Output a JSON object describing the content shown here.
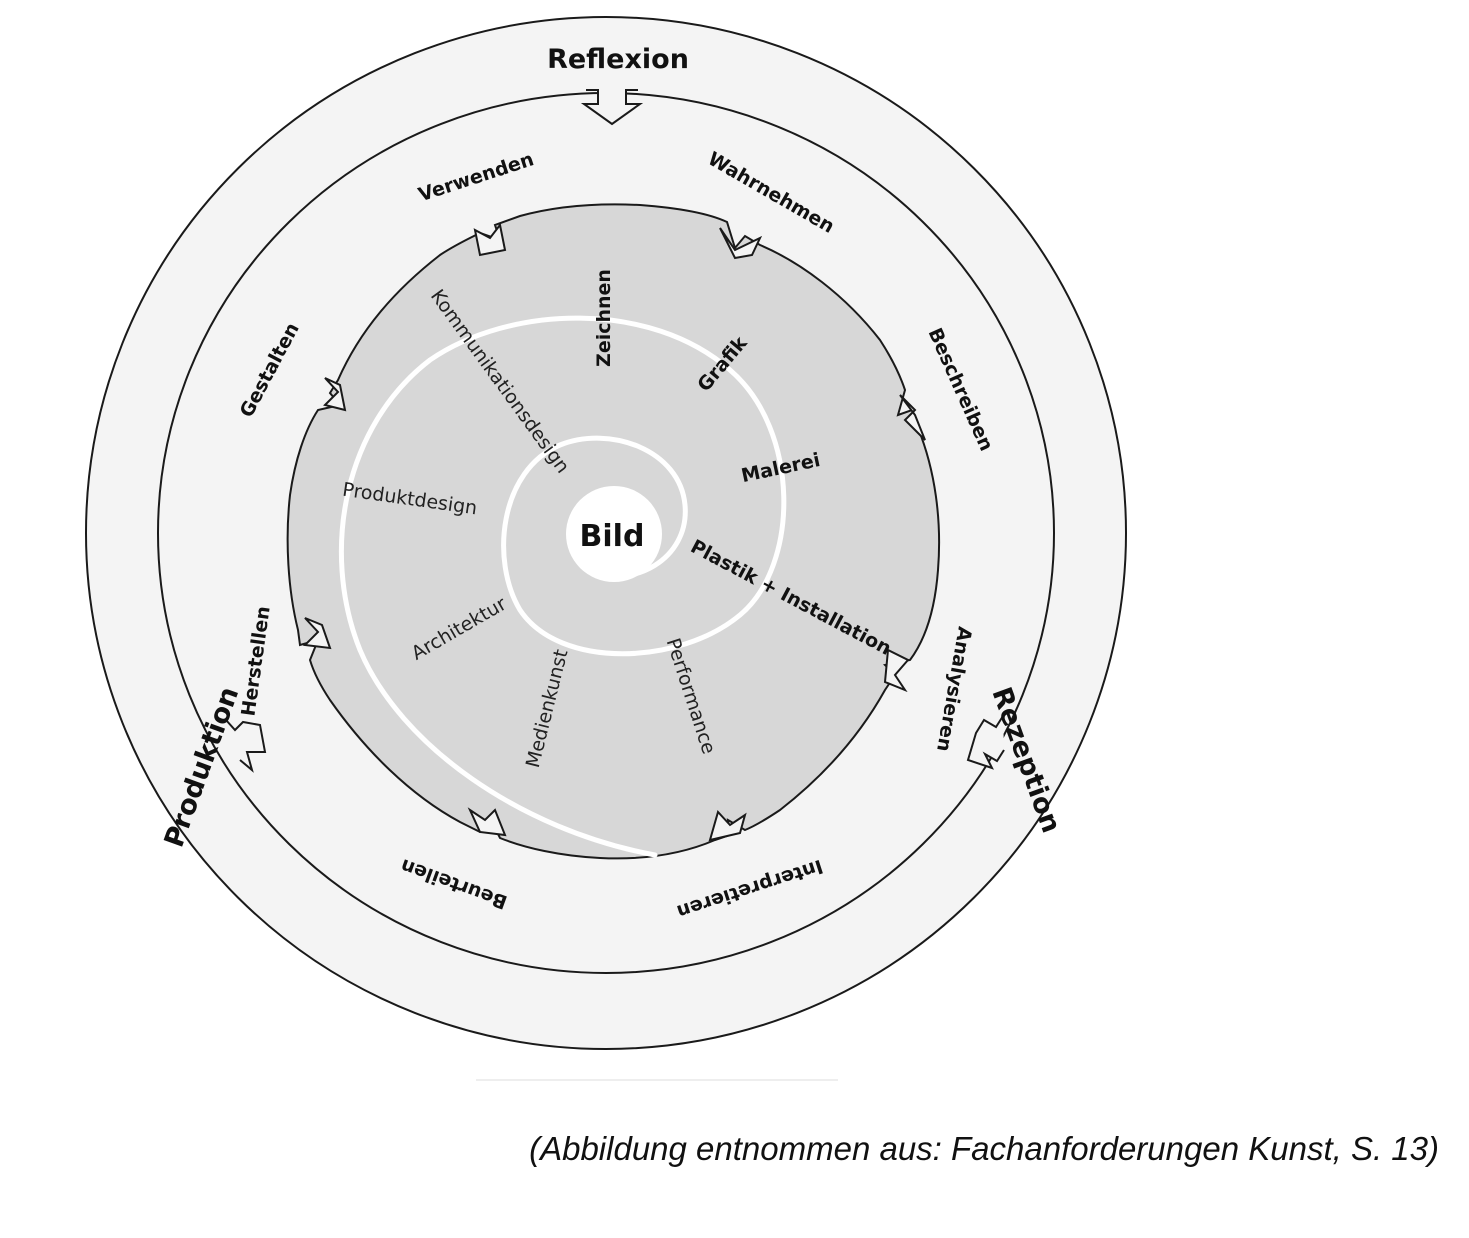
{
  "center": {
    "label": "Bild"
  },
  "outer_ring": {
    "top": "Reflexion",
    "left": "Produktion",
    "right": "Rezeption"
  },
  "middle_ring": {
    "items": [
      "Verwenden",
      "Wahrnehmen",
      "Gestalten",
      "Beschreiben",
      "Herstellen",
      "Analysieren",
      "Beurteilen",
      "Interpretieren"
    ]
  },
  "media": {
    "zeichnen": "Zeichnen",
    "grafik": "Grafik",
    "malerei": "Malerei",
    "plastik": "Plastik + Installation",
    "performance": "Performance",
    "medienkunst": "Medienkunst",
    "architektur": "Architektur",
    "produktdesign": "Produktdesign",
    "kommunikationsdesign": "Kommunikationsdesign"
  },
  "caption": "(Abbildung entnommen aus: Fachanforderungen Kunst, S. 13)",
  "colors": {
    "outer_fill": "#f4f4f4",
    "ring_fill": "#f4f4f4",
    "inner_fill": "#d7d7d7",
    "stroke": "#1a1a1a",
    "spiral": "#ffffff"
  }
}
